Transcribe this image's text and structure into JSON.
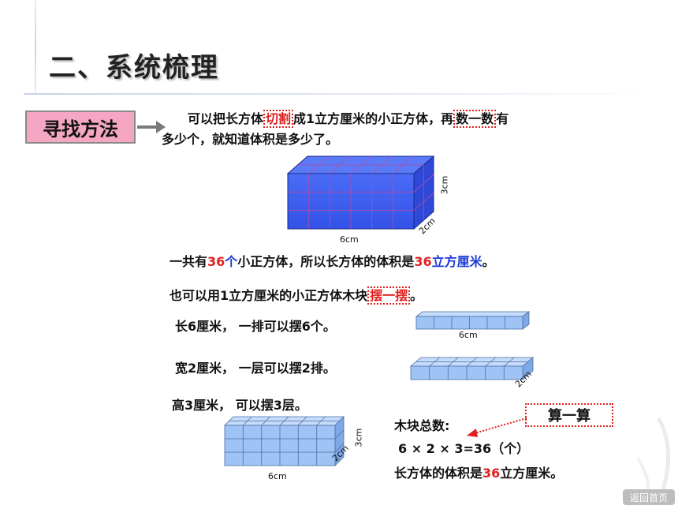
{
  "title": "二、系统梳理",
  "method_button": "寻找方法",
  "intro": {
    "l1_pre": "可以把长方体",
    "l1_key1": "切割",
    "l1_mid": "成1立方厘米的小正方体，再",
    "l1_key2": "数一数",
    "l1_post": "有",
    "l2": "多少个，就知道体积是多少了。"
  },
  "big_box": {
    "length_label": "6cm",
    "width_label": "2cm",
    "height_label": "3cm"
  },
  "total": {
    "pre": "一共有",
    "num1": "36",
    "unit1": "个",
    "mid": "小正方体，所以长方体的体积是",
    "num2": "36",
    "unit2": "立方厘米",
    "end": "。"
  },
  "also": {
    "pre": "也可以用1立方厘米的小正方体木块",
    "key": "摆一摆",
    "end": "。"
  },
  "steps": [
    {
      "text": "长6厘米， 一排可以摆6个。",
      "label": "6cm"
    },
    {
      "text": "宽2厘米， 一层可以摆2排。",
      "label": "2cm"
    },
    {
      "text": "高3厘米， 可以摆3层。"
    }
  ],
  "block_box": {
    "length_label": "6cm",
    "width_label": "2cm",
    "height_label": "3cm"
  },
  "count": {
    "label": "木块总数:",
    "formula": "6 × 2 × 3=36（个）",
    "result_pre": "长方体的体积是",
    "result_num": "36",
    "result_post": "立方厘米。"
  },
  "calc_button": "算一算",
  "back_button": "返回首页",
  "colors": {
    "red": "#e0201e",
    "blue": "#1d3ad7",
    "cube": "#3a5cf0",
    "block": "#9ec3f4",
    "pink": "#f4a6c3"
  }
}
